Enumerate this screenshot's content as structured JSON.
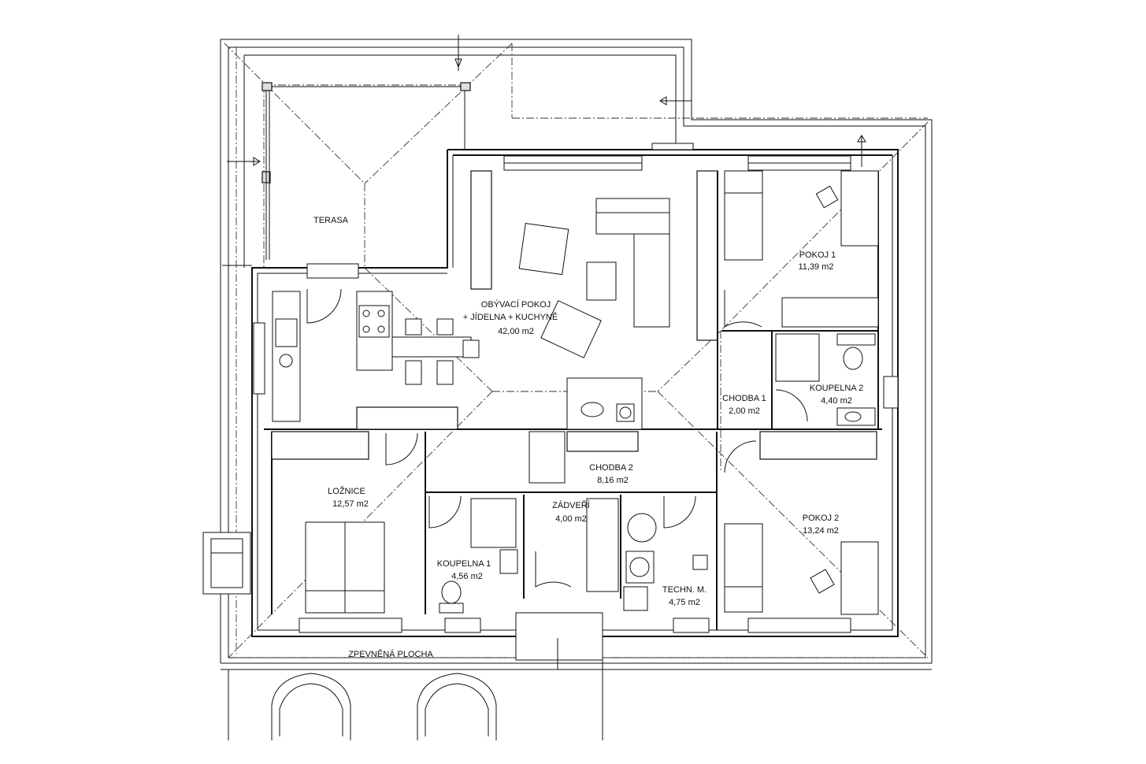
{
  "rooms": {
    "terasa": {
      "name": "TERASA",
      "area": ""
    },
    "obyvaci": {
      "name_line1": "OBÝVACÍ POKOJ",
      "name_line2": "+ JÍDELNA + KUCHYNĚ",
      "area": "42,00 m2"
    },
    "pokoj1": {
      "name": "POKOJ 1",
      "area": "11,39 m2"
    },
    "koupelna2": {
      "name": "KOUPELNA 2",
      "area": "4,40 m2"
    },
    "chodba1": {
      "name": "CHODBA 1",
      "area": "2,00 m2"
    },
    "chodba2": {
      "name": "CHODBA 2",
      "area": "8,16 m2"
    },
    "loznice": {
      "name": "LOŽNICE",
      "area": "12,57 m2"
    },
    "zadveri": {
      "name": "ZÁDVEŘÍ",
      "area": "4,00 m2"
    },
    "koupelna1": {
      "name": "KOUPELNA 1",
      "area": "4,56 m2"
    },
    "techn": {
      "name": "TECHN. M.",
      "area": "4,75 m2"
    },
    "pokoj2": {
      "name": "POKOJ 2",
      "area": "13,24 m2"
    },
    "zpevnena": {
      "name": "ZPEVNĚNÁ PLOCHA",
      "area": ""
    }
  },
  "colors": {
    "line": "#111111",
    "background": "#ffffff"
  }
}
